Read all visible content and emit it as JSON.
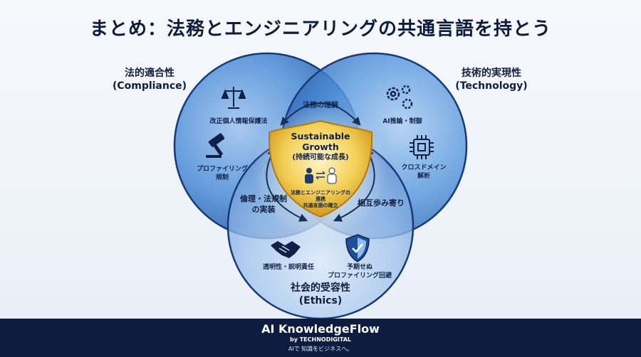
{
  "title": "まとめ：法務とエンジニアリングの共通言語を持とう",
  "circles": {
    "compliance": {
      "title": "法的適合性",
      "subtitle": "(Compliance)"
    },
    "technology": {
      "title": "技術的実現性",
      "subtitle": "(Technology)"
    },
    "ethics": {
      "title": "社会的受容性",
      "subtitle": "(Ethics)"
    }
  },
  "items": {
    "privacy_law": "改正個人情報保護法",
    "profiling_regulation_1": "プロファイリング",
    "profiling_regulation_2": "規制",
    "ai_inference": "AI推論・制御",
    "cross_domain_1": "クロスドメイン",
    "cross_domain_2": "解析",
    "transparency": "透明性・説明責任",
    "unintended_1": "予期せぬ",
    "unintended_2": "プロファイリング回避"
  },
  "overlaps": {
    "legal_understanding": "法務の理解",
    "ethics_1": "倫理・法規制",
    "ethics_2": "の実装",
    "mutual_1": "相互歩み寄り"
  },
  "center": {
    "title_1": "Sustainable",
    "title_2": "Growth",
    "title_3": "(持続可能な成長)",
    "sub_1": "法務とエンジニアリングの",
    "sub_2": "連携",
    "sub_3": "共通言語の確立"
  },
  "footer": {
    "brand": "AI KnowledgeFlow",
    "byline": "by TECHNODIGITAL",
    "tagline": "AIで 知識をビジネスへ。"
  },
  "colors": {
    "navy": "#0e1d3f",
    "blue": "#2f6fc4",
    "gold": "#e6b422",
    "arrow": "#16305e"
  }
}
